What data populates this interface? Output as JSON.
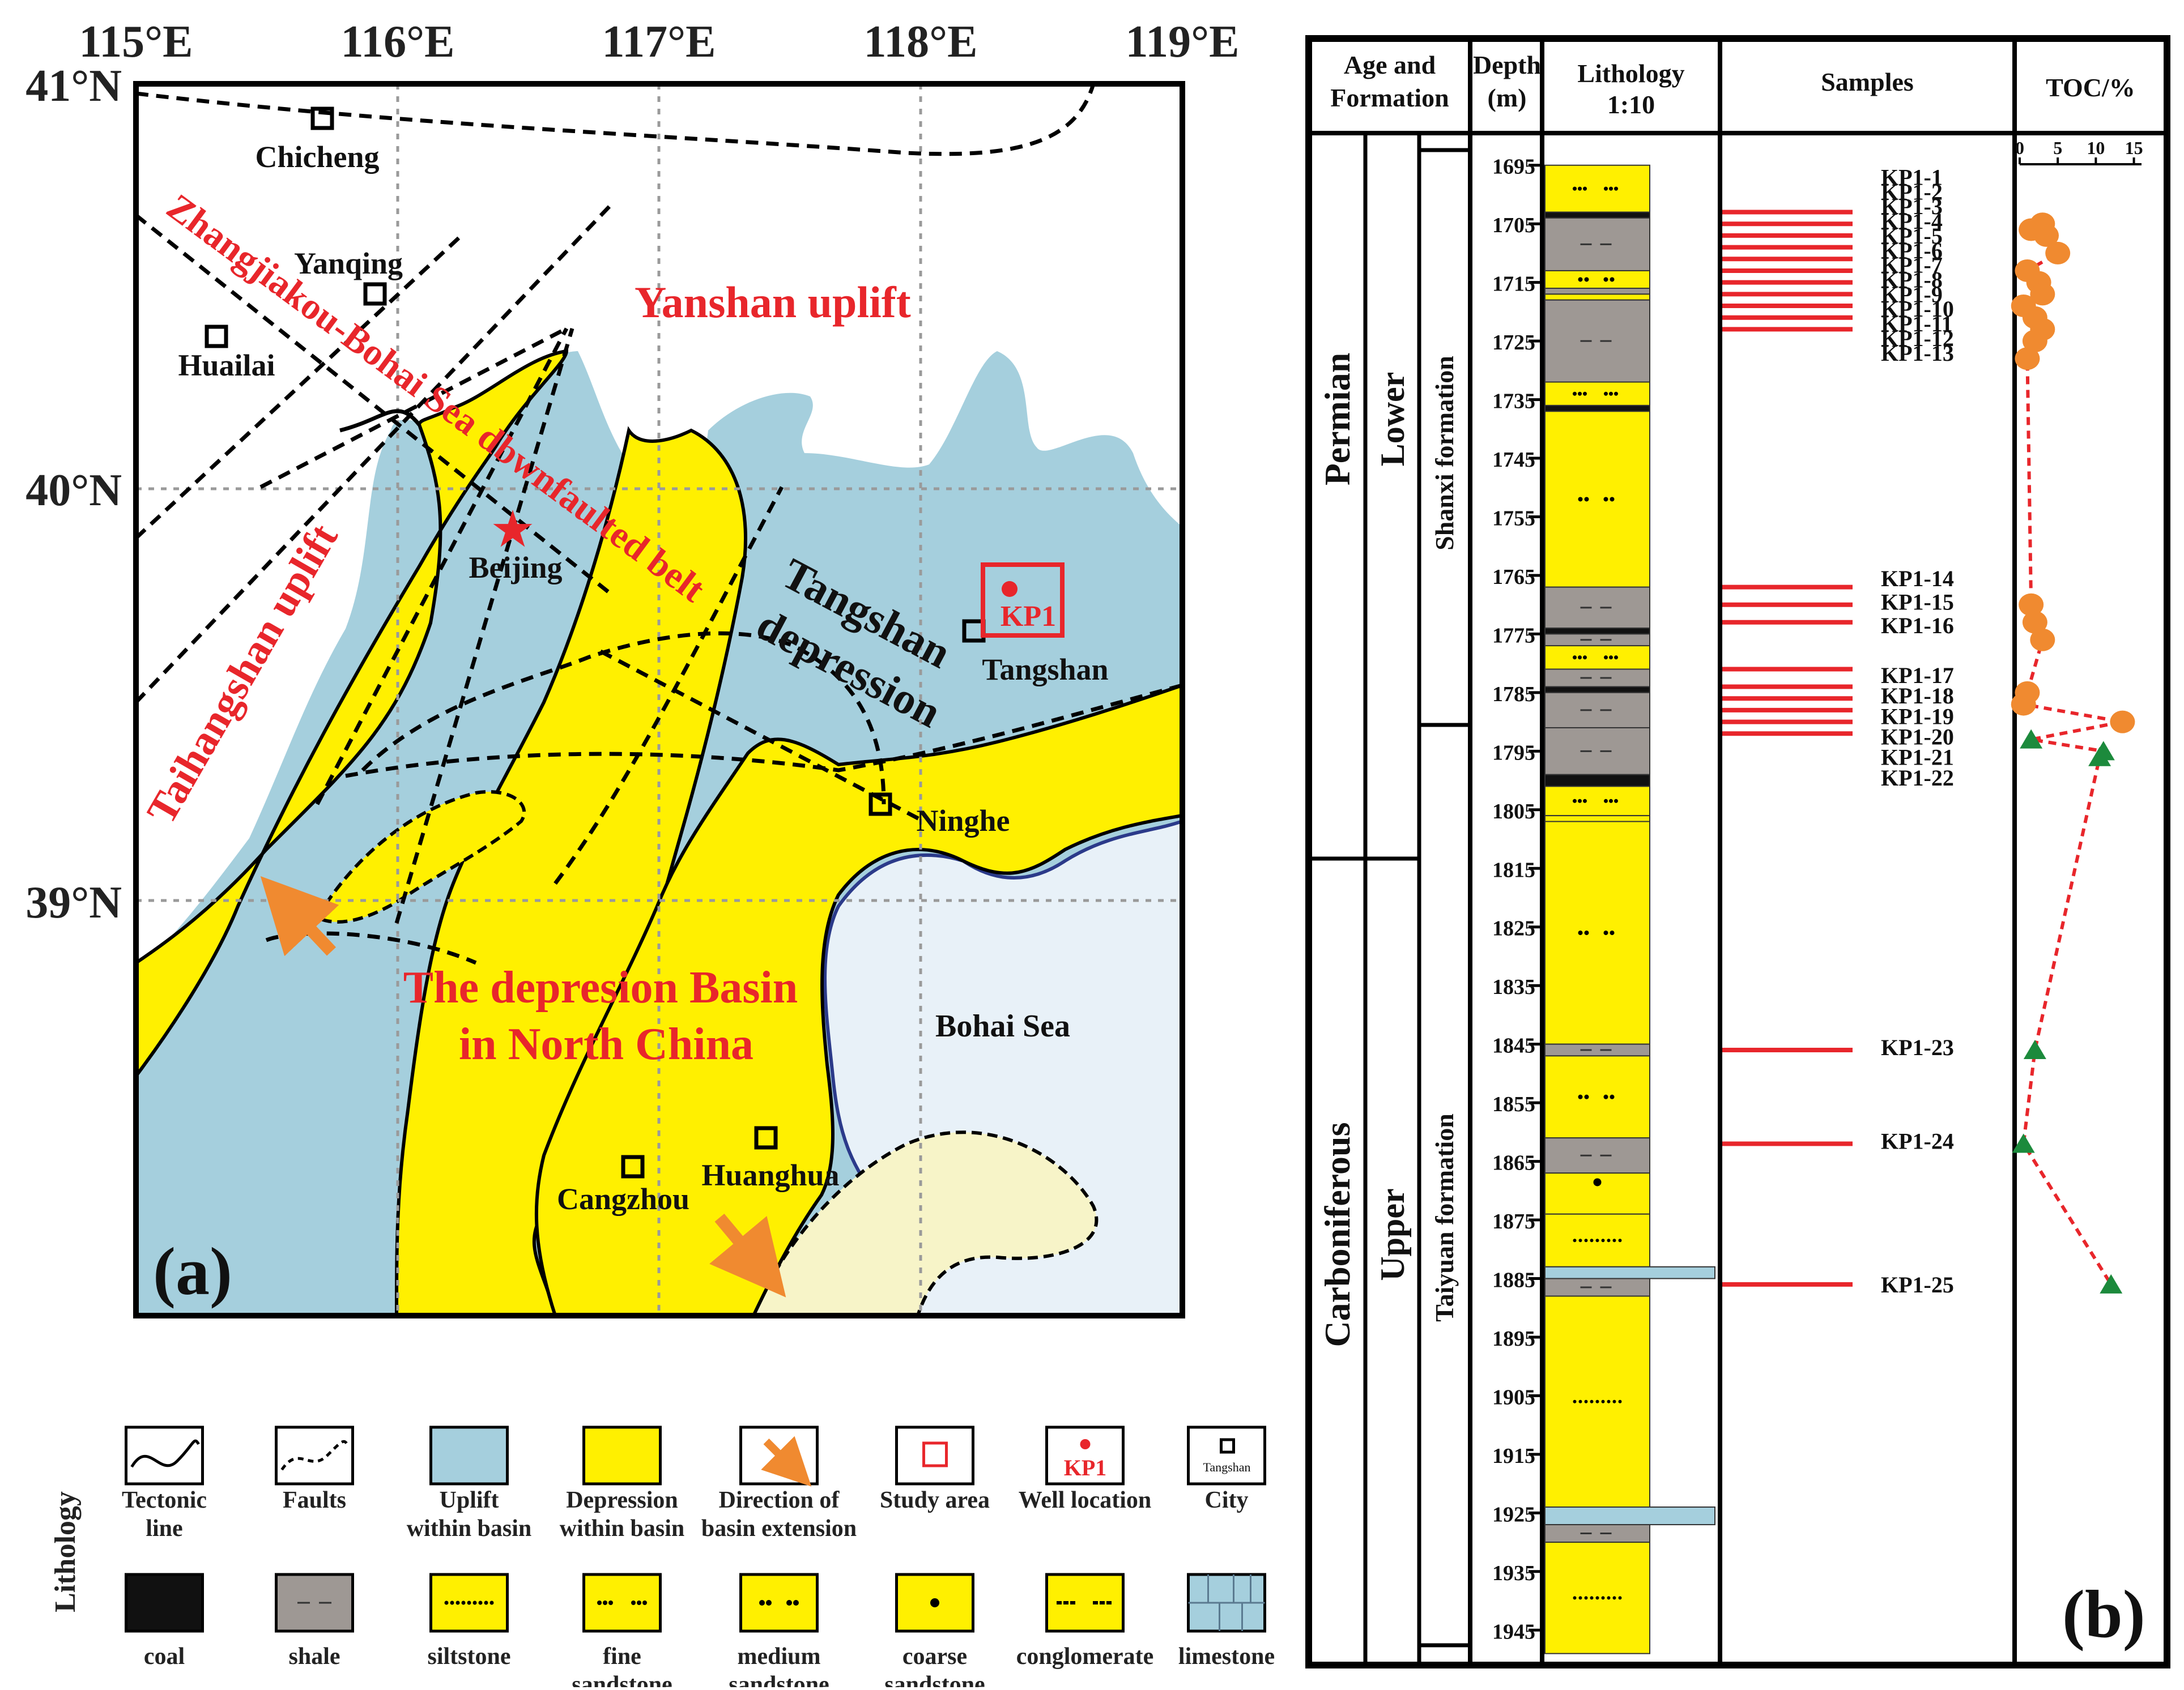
{
  "map": {
    "panel_label": "(a)",
    "lon_labels": [
      "115°E",
      "116°E",
      "117°E",
      "118°E",
      "119°E"
    ],
    "lat_labels": [
      "41°N",
      "40°N",
      "39°N"
    ],
    "region_labels": {
      "yanshan": "Yanshan uplift",
      "taihangshan": "Taihangshan uplift",
      "zhangjiakou": "Zhangjiakou-Bohai Sea dbwnfaulted belt",
      "tangshan_dep_1": "Tangshan",
      "tangshan_dep_2": "depression",
      "basin_1": "The depresion Basin",
      "basin_2": "in North China",
      "bohai": "Bohai Sea"
    },
    "cities": [
      {
        "name": "Chicheng"
      },
      {
        "name": "Yanqing"
      },
      {
        "name": "Huailai"
      },
      {
        "name": "Beijing"
      },
      {
        "name": "Tangshan"
      },
      {
        "name": "Ninghe"
      },
      {
        "name": "Cangzhou"
      },
      {
        "name": "Huanghua"
      }
    ],
    "well_label": "KP1",
    "colors": {
      "uplift": "#a5cfdd",
      "depression": "#fff000",
      "sea": "#e8f1f8",
      "red": "#e8262b",
      "arrow": "#f08a30"
    }
  },
  "legend": {
    "side_title": "Lithology",
    "row1": [
      {
        "label1": "Tectonic",
        "label2": "line"
      },
      {
        "label1": "Faults",
        "label2": ""
      },
      {
        "label1": "Uplift",
        "label2": "within basin"
      },
      {
        "label1": "Depression",
        "label2": "within basin"
      },
      {
        "label1": "Direction of",
        "label2": "basin extension"
      },
      {
        "label1": "Study area",
        "label2": ""
      },
      {
        "label1": "Well location",
        "label2": ""
      },
      {
        "label1": "City",
        "label2": ""
      }
    ],
    "row2": [
      {
        "label1": "coal",
        "label2": ""
      },
      {
        "label1": "shale",
        "label2": ""
      },
      {
        "label1": "siltstone",
        "label2": ""
      },
      {
        "label1": "fine",
        "label2": "sandstone"
      },
      {
        "label1": "medium",
        "label2": "sandstone"
      },
      {
        "label1": "coarse",
        "label2": "sandstone"
      },
      {
        "label1": "conglomerate",
        "label2": ""
      },
      {
        "label1": "limestone",
        "label2": ""
      }
    ],
    "icon_kp1": "KP1",
    "icon_city": "Tangshan"
  },
  "column": {
    "panel_label": "(b)",
    "headers": {
      "age_1": "Age and",
      "age_2": "Formation",
      "depth_1": "Depth",
      "depth_2": "(m)",
      "litho_1": "Lithology",
      "litho_2": "1:10",
      "samples": "Samples",
      "toc": "TOC/%"
    },
    "periods": [
      "Permian",
      "Carboniferous"
    ],
    "subdivisions": [
      "Lower",
      "Upper"
    ],
    "formations": [
      "Shanxi formation",
      "Taiyuan formation"
    ],
    "depth_ticks": [
      1695,
      1705,
      1715,
      1725,
      1735,
      1745,
      1755,
      1765,
      1775,
      1785,
      1795,
      1805,
      1815,
      1825,
      1835,
      1845,
      1855,
      1865,
      1875,
      1885,
      1895,
      1905,
      1915,
      1925,
      1935,
      1945
    ],
    "toc_ticks": [
      "0",
      "5",
      "10",
      "15"
    ],
    "samples": [
      "KP1-1",
      "KP1-2",
      "KP1-3",
      "KP1-4",
      "KP1-5",
      "KP1-6",
      "KP1-7",
      "KP1-8",
      "KP1-9",
      "KP1-10",
      "KP1-11",
      "KP1-12",
      "KP1-13",
      "KP1-14",
      "KP1-15",
      "KP1-16",
      "KP1-17",
      "KP1-18",
      "KP1-19",
      "KP1-20",
      "KP1-21",
      "KP1-22",
      "KP1-23",
      "KP1-24",
      "KP1-25"
    ]
  }
}
